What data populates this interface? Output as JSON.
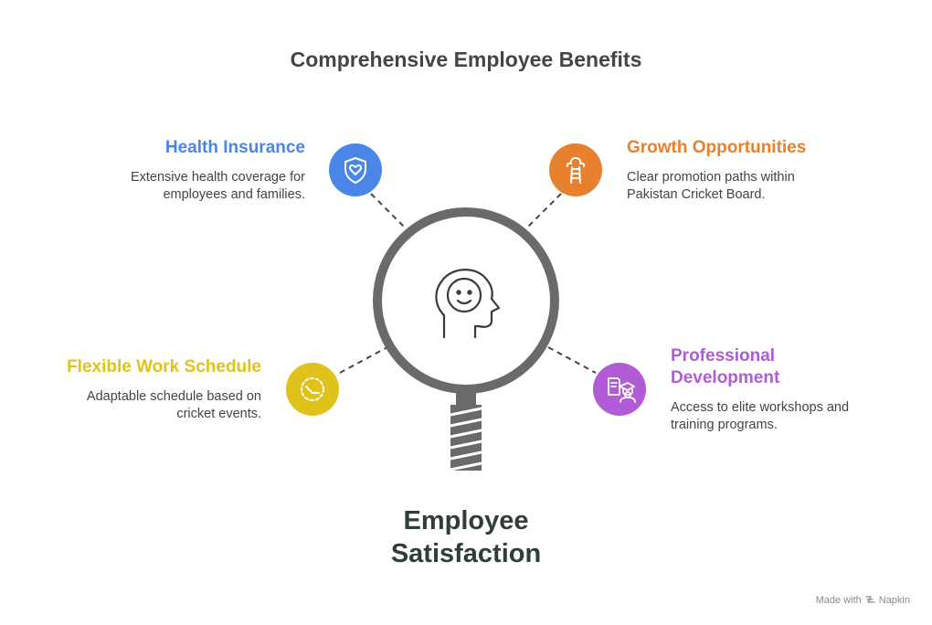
{
  "title": "Comprehensive Employee Benefits",
  "center": {
    "line1": "Employee",
    "line2": "Satisfaction",
    "icon": "head-smile-icon"
  },
  "items": [
    {
      "title": "Health Insurance",
      "desc_line1": "Extensive health coverage for",
      "desc_line2": "employees and families.",
      "color": "#4a86e8",
      "icon": "shield-heart-icon"
    },
    {
      "title": "Growth Opportunities",
      "desc_line1": "Clear promotion paths within",
      "desc_line2": "Pakistan Cricket Board.",
      "color": "#e8812d",
      "icon": "ladder-icon"
    },
    {
      "title": "Flexible Work Schedule",
      "desc_line1": "Adaptable schedule based on",
      "desc_line2": "cricket events.",
      "color": "#e0c31a",
      "icon": "clock-icon"
    },
    {
      "title_line1": "Professional",
      "title_line2": "Development",
      "desc_line1": "Access to elite workshops and",
      "desc_line2": "training programs.",
      "color": "#b25bd6",
      "icon": "certificate-graduate-icon"
    }
  ],
  "footer": {
    "made_with": "Made with",
    "brand": "Napkin"
  }
}
